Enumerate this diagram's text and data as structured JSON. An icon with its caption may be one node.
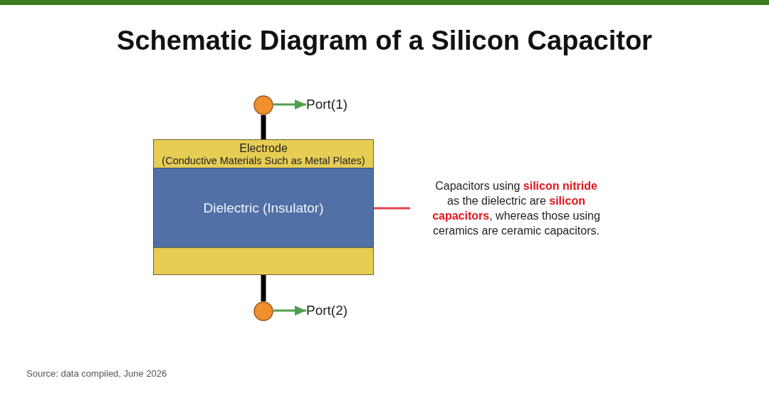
{
  "diagram": {
    "title": "Schematic Diagram of a Silicon Capacitor",
    "caption": "Source: data compiled, June 2026",
    "nodes": [
      {
        "text": [],
        "shape": "circle"
      },
      {
        "text": [
          "Port(1)"
        ]
      },
      {
        "text": [
          "Electrode",
          "(Conductive Materials Such as Metal Plates)"
        ]
      },
      {
        "text": [
          "Dielectric (Insulator)"
        ]
      },
      {
        "text": [
          "Capacitors using **silicon nitride** as the dielectric are **silicon capacitors**, whereas those using ceramics are ceramic capacitors."
        ]
      },
      {
        "text": [],
        "shape": "box"
      },
      {
        "text": [],
        "shape": "circle"
      },
      {
        "text": [
          "Port(2)"
        ]
      }
    ],
    "edges": [
      {
        "from": 0,
        "to": 1,
        "arrow": "to",
        "color": "#4ea04e"
      },
      {
        "from": 0,
        "to": 2,
        "arrow": "none",
        "style": "thick",
        "color": "#000000"
      },
      {
        "from": 4,
        "to": 3,
        "arrow": "none",
        "color": "#e0464e"
      },
      {
        "from": 5,
        "to": 6,
        "arrow": "none",
        "style": "thick",
        "color": "#000000"
      },
      {
        "from": 6,
        "to": 7,
        "arrow": "to",
        "color": "#4ea04e"
      }
    ]
  }
}
